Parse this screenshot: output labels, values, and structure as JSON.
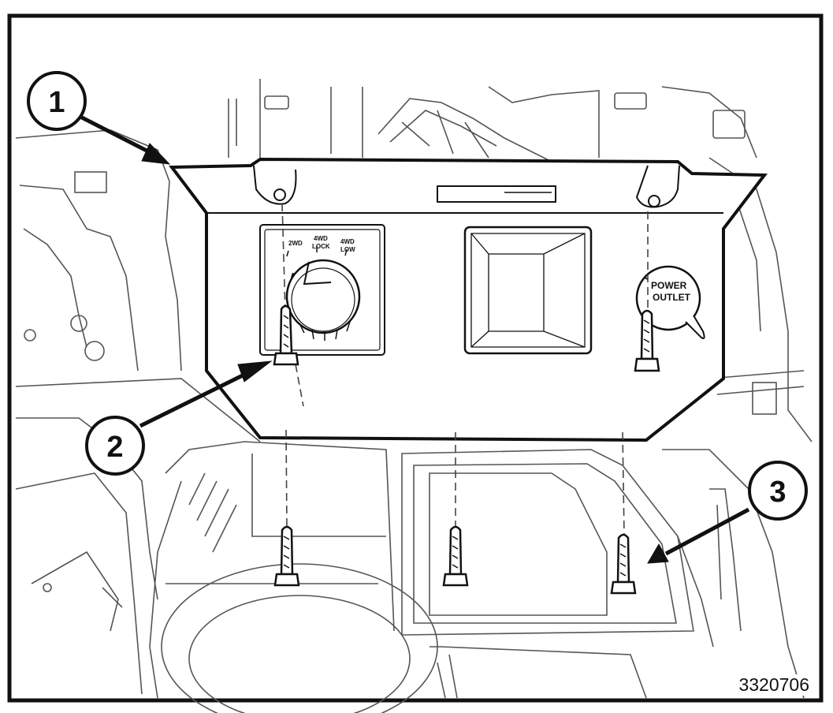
{
  "figure": {
    "figure_id": "3320706",
    "callouts": [
      {
        "number": "1",
        "target": "bezel-panel"
      },
      {
        "number": "2",
        "target": "upper-screw"
      },
      {
        "number": "3",
        "target": "lower-screw"
      }
    ],
    "panel_labels": {
      "switch_label_1": "2WD",
      "switch_label_2a": "4WD",
      "switch_label_2b": "LOCK",
      "switch_label_3a": "4WD",
      "switch_label_3b": "LOW",
      "outlet_line1": "POWER",
      "outlet_line2": "OUTLET"
    },
    "colors": {
      "line": "#111111",
      "background": "#ffffff",
      "panel_fill": "#ffffff",
      "faint_line": "#6b6b6b"
    }
  }
}
